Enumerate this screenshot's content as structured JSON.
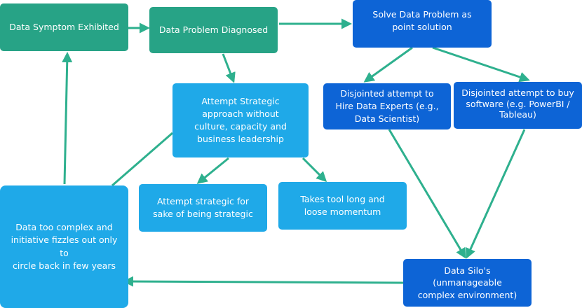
{
  "diagram": {
    "colors": {
      "teal": "#27a386",
      "light_blue": "#1fa9e8",
      "dark_blue": "#0d64d6",
      "connector": "#2eb08e"
    },
    "nodes": {
      "data_symptom": "Data Symptom Exhibited",
      "data_problem_diagnosed": "Data Problem Diagnosed",
      "solve_point_solution": "Solve Data Problem as\npoint solution",
      "attempt_strategic": "Attempt Strategic\napproach without\nculture, capacity and\nbusiness leadership",
      "hire_data_experts": "Disjointed attempt to\nHire Data Experts (e.g.,\nData Scientist)",
      "buy_software": "Disjointed attempt to buy\nsoftware (e.g. PowerBI /\nTableau)",
      "strategic_for_sake": "Attempt strategic for\nsake of being strategic",
      "takes_too_long": "Takes tool long and\nloose momentum",
      "too_complex": "Data too complex and\ninitiative fizzles out only  to\ncircle back in few years",
      "data_silos": "Data Silo's\n(unmanageable\ncomplex environment)"
    },
    "connections": [
      {
        "from": "data_symptom",
        "to": "data_problem_diagnosed"
      },
      {
        "from": "data_problem_diagnosed",
        "to": "solve_point_solution"
      },
      {
        "from": "data_problem_diagnosed",
        "to": "attempt_strategic"
      },
      {
        "from": "solve_point_solution",
        "to": "hire_data_experts"
      },
      {
        "from": "solve_point_solution",
        "to": "buy_software"
      },
      {
        "from": "attempt_strategic",
        "to": "strategic_for_sake"
      },
      {
        "from": "attempt_strategic",
        "to": "takes_too_long"
      },
      {
        "from": "attempt_strategic",
        "to": "too_complex"
      },
      {
        "from": "hire_data_experts",
        "to": "data_silos"
      },
      {
        "from": "buy_software",
        "to": "data_silos"
      },
      {
        "from": "data_silos",
        "to": "too_complex"
      },
      {
        "from": "too_complex",
        "to": "data_symptom"
      }
    ]
  }
}
